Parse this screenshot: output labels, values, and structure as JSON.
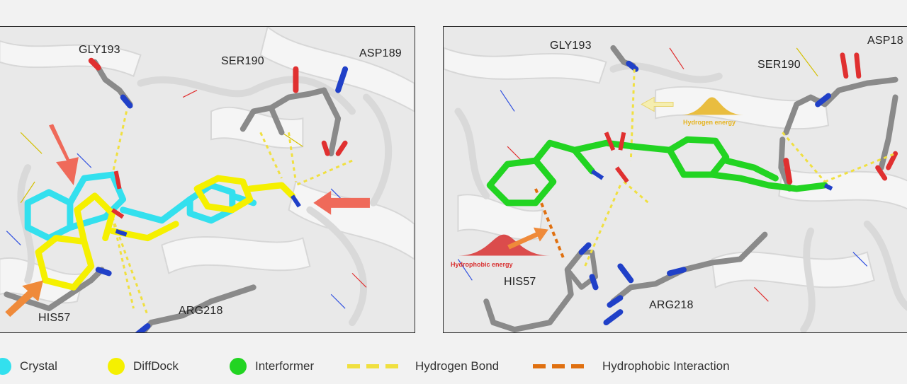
{
  "left_panel": {
    "residues": {
      "gly193": "GLY193",
      "ser190": "SER190",
      "asp189": "ASP189",
      "his57": "HIS57",
      "arg218": "ARG218"
    }
  },
  "right_panel": {
    "residues": {
      "gly193": "GLY193",
      "ser190": "SER190",
      "asp189": "ASP18",
      "his57": "HIS57",
      "arg218": "ARG218"
    },
    "annotations": {
      "hydrogen_energy": "Hydrogen energy",
      "hydrophobic_energy": "Hydrophobic energy"
    }
  },
  "legend": [
    {
      "label": "Crystal",
      "color": "#33e0ee",
      "kind": "dot"
    },
    {
      "label": "DiffDock",
      "color": "#f5f000",
      "kind": "dot"
    },
    {
      "label": "Interformer",
      "color": "#22d422",
      "kind": "dot"
    },
    {
      "label": "Hydrogen Bond",
      "color": "#f0e040",
      "kind": "dashes"
    },
    {
      "label": "Hydrophobic Interaction",
      "color": "#e07010",
      "kind": "dashes"
    }
  ],
  "colors": {
    "crystal": "#33e0ee",
    "diffdock": "#f5f000",
    "interformer": "#22d422",
    "hbond": "#f0e040",
    "hydrophobic": "#e07010",
    "arrow_red": "#ef6a5a",
    "arrow_orange": "#ef8a3a",
    "hydrogen_energy": "#e6b31e",
    "hydrophobic_energy": "#d83030"
  }
}
